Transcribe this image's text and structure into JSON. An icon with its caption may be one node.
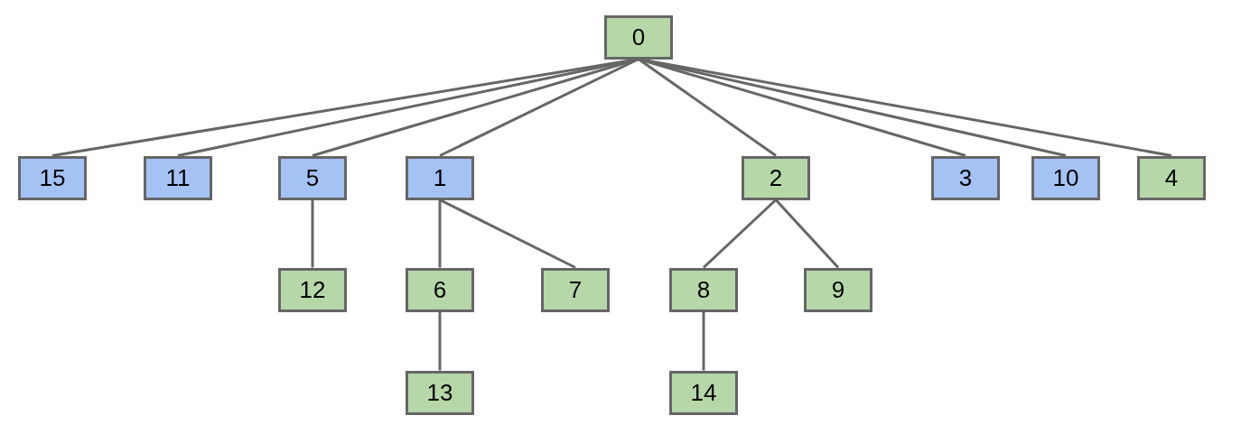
{
  "diagram": {
    "nodes": [
      {
        "text": [
          "0"
        ]
      },
      {
        "text": [
          "15"
        ]
      },
      {
        "text": [
          "11"
        ]
      },
      {
        "text": [
          "5"
        ]
      },
      {
        "text": [
          "1"
        ]
      },
      {
        "text": [
          "2"
        ]
      },
      {
        "text": [
          "3"
        ]
      },
      {
        "text": [
          "10"
        ]
      },
      {
        "text": [
          "4"
        ]
      },
      {
        "text": [
          "12"
        ]
      },
      {
        "text": [
          "6"
        ]
      },
      {
        "text": [
          "7"
        ]
      },
      {
        "text": [
          "8"
        ]
      },
      {
        "text": [
          "9"
        ]
      },
      {
        "text": [
          "13"
        ]
      },
      {
        "text": [
          "14"
        ]
      }
    ],
    "edges": [
      {
        "from": 0,
        "to": 1,
        "arrow": "none"
      },
      {
        "from": 0,
        "to": 2,
        "arrow": "none"
      },
      {
        "from": 0,
        "to": 3,
        "arrow": "none"
      },
      {
        "from": 0,
        "to": 4,
        "arrow": "none"
      },
      {
        "from": 0,
        "to": 5,
        "arrow": "none"
      },
      {
        "from": 0,
        "to": 6,
        "arrow": "none"
      },
      {
        "from": 0,
        "to": 7,
        "arrow": "none"
      },
      {
        "from": 0,
        "to": 8,
        "arrow": "none"
      },
      {
        "from": 3,
        "to": 9,
        "arrow": "none"
      },
      {
        "from": 4,
        "to": 10,
        "arrow": "none"
      },
      {
        "from": 4,
        "to": 11,
        "arrow": "none"
      },
      {
        "from": 5,
        "to": 12,
        "arrow": "none"
      },
      {
        "from": 5,
        "to": 13,
        "arrow": "none"
      },
      {
        "from": 10,
        "to": 14,
        "arrow": "none"
      },
      {
        "from": 12,
        "to": 15,
        "arrow": "none"
      }
    ]
  }
}
